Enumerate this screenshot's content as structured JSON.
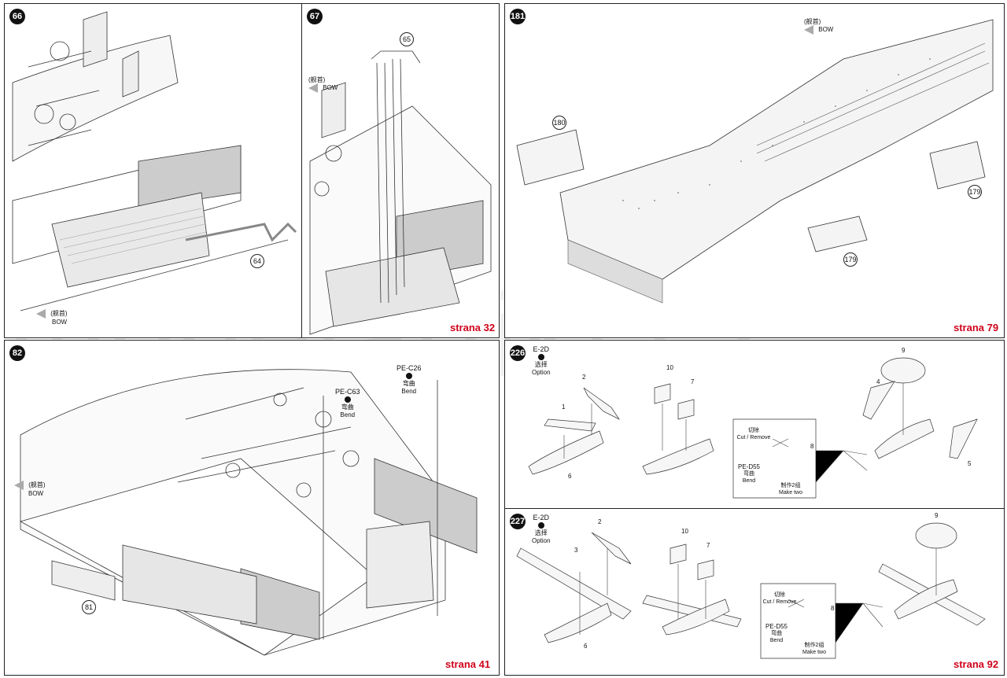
{
  "watermark": "modelartikl.cz",
  "panels": {
    "p66": {
      "step": "66",
      "callouts": [
        "64"
      ],
      "bow_cn": "(舰首)",
      "bow": "BOW"
    },
    "p67": {
      "step": "67",
      "callouts": [
        "65"
      ],
      "bow_cn": "(舰首)",
      "bow": "BOW",
      "page": "strana 32"
    },
    "p181": {
      "step": "181",
      "callouts": [
        "180",
        "179",
        "179"
      ],
      "bow_cn": "(舰首)",
      "bow": "BOW",
      "page": "strana 79"
    },
    "p82": {
      "step": "82",
      "callouts": [
        "81"
      ],
      "bow_cn": "(舰首)",
      "bow": "BOW",
      "page": "strana 41",
      "pe1": {
        "code": "PE-C63",
        "cn": "弯曲",
        "en": "Bend"
      },
      "pe2": {
        "code": "PE-C26",
        "cn": "弯曲",
        "en": "Bend"
      }
    },
    "p226": {
      "step": "226",
      "variant": "E-2D",
      "opt_cn": "选择",
      "opt": "Option",
      "parts": [
        "2",
        "1",
        "6",
        "10",
        "7",
        "9",
        "4",
        "5",
        "8"
      ],
      "cut_cn": "切除",
      "cut": "Cut / Remove",
      "pe": "PE-D55",
      "bend_cn": "弯曲",
      "bend": "Bend",
      "make_cn": "制作2组",
      "make": "Make two"
    },
    "p227": {
      "step": "227",
      "variant": "E-2D",
      "opt_cn": "选择",
      "opt": "Option",
      "parts": [
        "2",
        "3",
        "6",
        "10",
        "7",
        "9",
        "8"
      ],
      "cut_cn": "切除",
      "cut": "Cut / Remove",
      "pe": "PE-D55",
      "bend_cn": "弯曲",
      "bend": "Bend",
      "make_cn": "制作2组",
      "make": "Make two",
      "page": "strana 92"
    }
  }
}
